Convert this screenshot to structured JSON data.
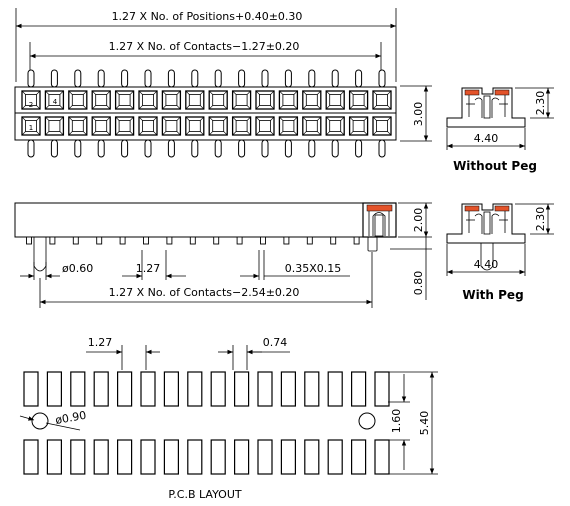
{
  "dimensions": {
    "positions_length": "1.27 X No. of Positions+0.40±0.30",
    "contacts_length_top": "1.27 X No. of Contacts−1.27±0.20",
    "contacts_length_side": "1.27 X No. of Contacts−2.54±0.20",
    "height_top": "3.00",
    "height_side": "2.00",
    "pin_length": "0.80",
    "pin_diameter": "ø0.60",
    "pitch_side": "1.27",
    "pin_section": "0.35X0.15",
    "end_height_1": "2.30",
    "end_width_1": "4.40",
    "end_height_2": "2.30",
    "end_width_2": "4.40",
    "pcb_pitch": "1.27",
    "pcb_pad_width": "0.74",
    "pcb_hole": "ø0.90",
    "pcb_row_gap": "1.60",
    "pcb_total": "5.40"
  },
  "labels": {
    "without_peg": "Without Peg",
    "with_peg": "With Peg",
    "pcb_layout": "P.C.B LAYOUT"
  },
  "cells": {
    "left_top": "2",
    "left_top_2": "4",
    "left_bottom": "1"
  }
}
